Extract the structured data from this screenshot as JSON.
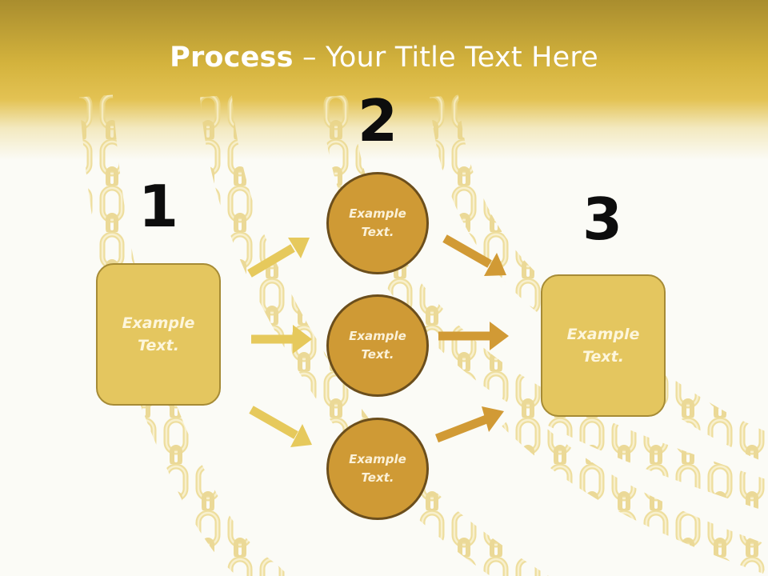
{
  "title": {
    "bold": "Process",
    "rest": " – Your Title Text Here"
  },
  "steps": {
    "one": "1",
    "two": "2",
    "three": "3"
  },
  "left_box": {
    "text": "Example Text."
  },
  "middle_circles": [
    {
      "text": "Example Text."
    },
    {
      "text": "Example Text."
    },
    {
      "text": "Example Text."
    }
  ],
  "right_box": {
    "text": "Example Text."
  },
  "colors": {
    "header_gold": "#d4b33d",
    "box_fill": "#e4c65f",
    "circle_fill": "#cf9a35",
    "left_arrow": "#e6c95c",
    "right_arrow": "#d19a35"
  }
}
